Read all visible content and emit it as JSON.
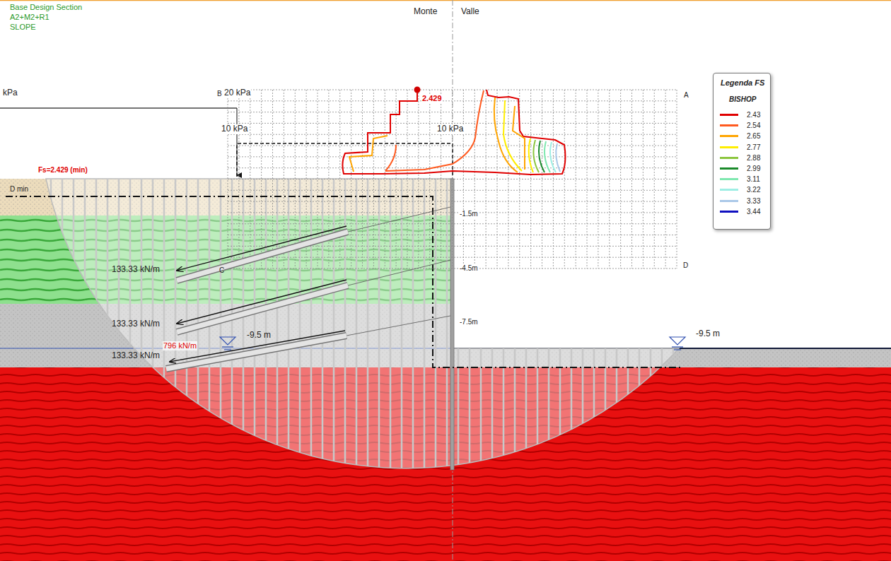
{
  "diagram": {
    "labels": [
      "Base Design Section",
      "A2+M2+R1",
      "SLOPE",
      "Monte",
      "Valle",
      "kPa",
      "B",
      "20 kPa",
      "2.429",
      "A",
      "10 kPa",
      "10 kPa",
      "Fs=2.429 (min)",
      "D min",
      "-1.5m",
      "C",
      "133.33 kN/m",
      "-4.5m",
      "D",
      "133.33 kN/m",
      "-7.5m",
      "-9.5 m",
      "-9.5 m",
      "133.33 kN/m",
      "796 kN/m",
      "Legenda FS",
      "BISHOP"
    ],
    "legend": [
      {
        "text": "2.43",
        "color": "#e00000"
      },
      {
        "text": "2.54",
        "color": "#ff5a1f"
      },
      {
        "text": "2.65",
        "color": "#ffa500"
      },
      {
        "text": "2.77",
        "color": "#ffee00"
      },
      {
        "text": "2.88",
        "color": "#8dc63f"
      },
      {
        "text": "2.99",
        "color": "#1a8a2a"
      },
      {
        "text": "3.11",
        "color": "#7fe8b0"
      },
      {
        "text": "3.22",
        "color": "#9eeee4"
      },
      {
        "text": "3.33",
        "color": "#aac8e8"
      },
      {
        "text": "3.44",
        "color": "#1010c0"
      }
    ]
  }
}
